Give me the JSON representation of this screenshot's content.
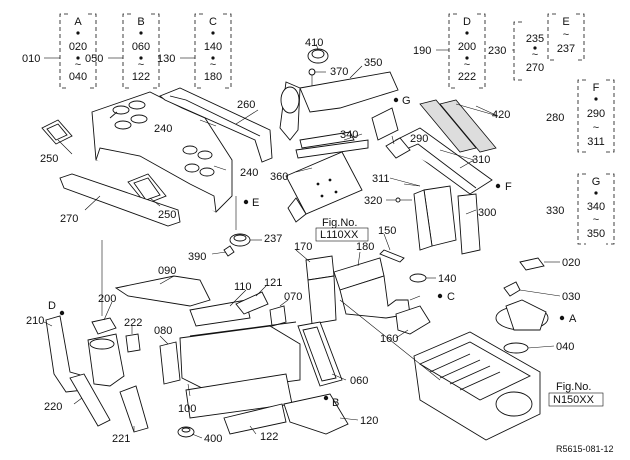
{
  "callouts": {
    "c010": "010",
    "c050": "050",
    "c130": "130",
    "c190": "190",
    "c230": "230",
    "c280": "280",
    "c330": "330",
    "c410": "410",
    "c370": "370",
    "c350": "350",
    "c260": "260",
    "c240a": "240",
    "c240b": "240",
    "c250a": "250",
    "c250b": "250",
    "c270": "270",
    "c360": "360",
    "c340": "340",
    "c290": "290",
    "c420": "420",
    "c310": "310",
    "c311": "311",
    "c320": "320",
    "c300": "300",
    "c237": "237",
    "c390": "390",
    "c170": "170",
    "c180": "180",
    "c150": "150",
    "c140": "140",
    "c160": "160",
    "c020": "020",
    "c030": "030",
    "c040": "040",
    "c090": "090",
    "c110": "110",
    "c121": "121",
    "c070": "070",
    "c200": "200",
    "c222": "222",
    "c210": "210",
    "c080": "080",
    "c100": "100",
    "c060": "060",
    "c220": "220",
    "c221": "221",
    "c400": "400",
    "c122": "122",
    "c120": "120"
  },
  "groups": {
    "A": {
      "letter": "A",
      "top": "020",
      "sep": "~",
      "bottom": "040"
    },
    "B": {
      "letter": "B",
      "top": "060",
      "sep": "~",
      "bottom": "122"
    },
    "C": {
      "letter": "C",
      "top": "140",
      "sep": "~",
      "bottom": "180"
    },
    "D": {
      "letter": "D",
      "top": "200",
      "sep": "~",
      "bottom": "222"
    },
    "E": {
      "letter": "E",
      "top": "235",
      "sep": "~",
      "bottom": "237",
      "extra": "270"
    },
    "F": {
      "letter": "F",
      "top": "290",
      "sep": "~",
      "bottom": "311"
    },
    "G": {
      "letter": "G",
      "top": "340",
      "sep": "~",
      "bottom": "350"
    }
  },
  "markers": {
    "A": "A",
    "B": "B",
    "C": "C",
    "D": "D",
    "E": "E",
    "F": "F",
    "G": "G"
  },
  "fig_refs": {
    "fig1_title": "Fig.No.",
    "fig1_code": "L110XX",
    "fig2_title": "Fig.No.",
    "fig2_code": "N150XX"
  },
  "doc_code": "R5615-081-12"
}
